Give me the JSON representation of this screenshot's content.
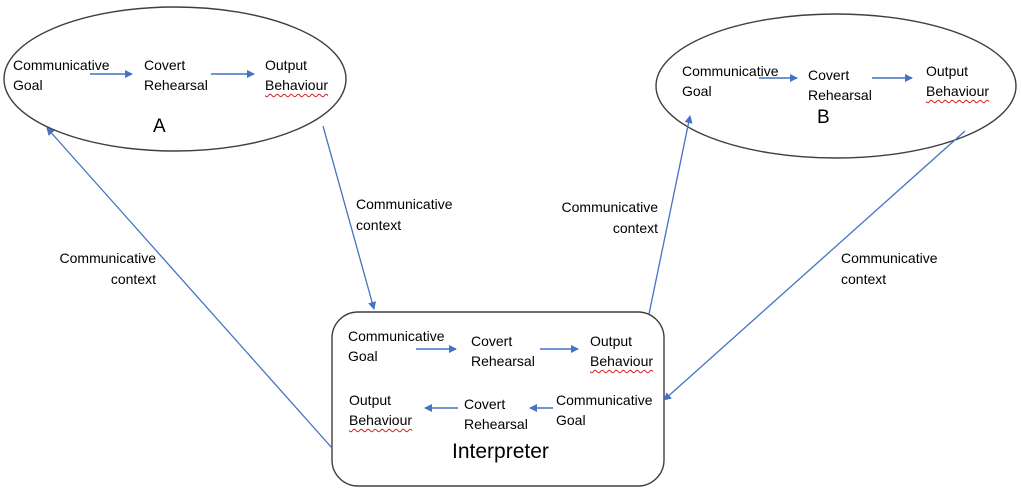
{
  "colors": {
    "arrow": "#4472c4",
    "shape_stroke": "#3f3f3f",
    "spellcheck": "#d02020"
  },
  "node_a": {
    "label": "A",
    "goal": [
      "Communicative",
      "Goal"
    ],
    "rehearsal": [
      "Covert",
      "Rehearsal"
    ],
    "output": [
      "Output",
      "Behaviour"
    ]
  },
  "node_b": {
    "label": "B",
    "goal": [
      "Communicative",
      "Goal"
    ],
    "rehearsal": [
      "Covert",
      "Rehearsal"
    ],
    "output": [
      "Output",
      "Behaviour"
    ]
  },
  "interpreter": {
    "label": "Interpreter",
    "row1": {
      "goal": [
        "Communicative",
        "Goal"
      ],
      "rehearsal": [
        "Covert",
        "Rehearsal"
      ],
      "output": [
        "Output",
        "Behaviour"
      ]
    },
    "row2": {
      "output": [
        "Output",
        "Behaviour"
      ],
      "rehearsal": [
        "Covert",
        "Rehearsal"
      ],
      "goal": [
        "Communicative",
        "Goal"
      ]
    }
  },
  "context_labels": {
    "a_to_interpreter": [
      "Communicative",
      "context"
    ],
    "interpreter_to_a": [
      "Communicative",
      "context"
    ],
    "interpreter_to_b": [
      "Communicative",
      "context"
    ],
    "b_to_interpreter": [
      "Communicative",
      "context"
    ]
  }
}
